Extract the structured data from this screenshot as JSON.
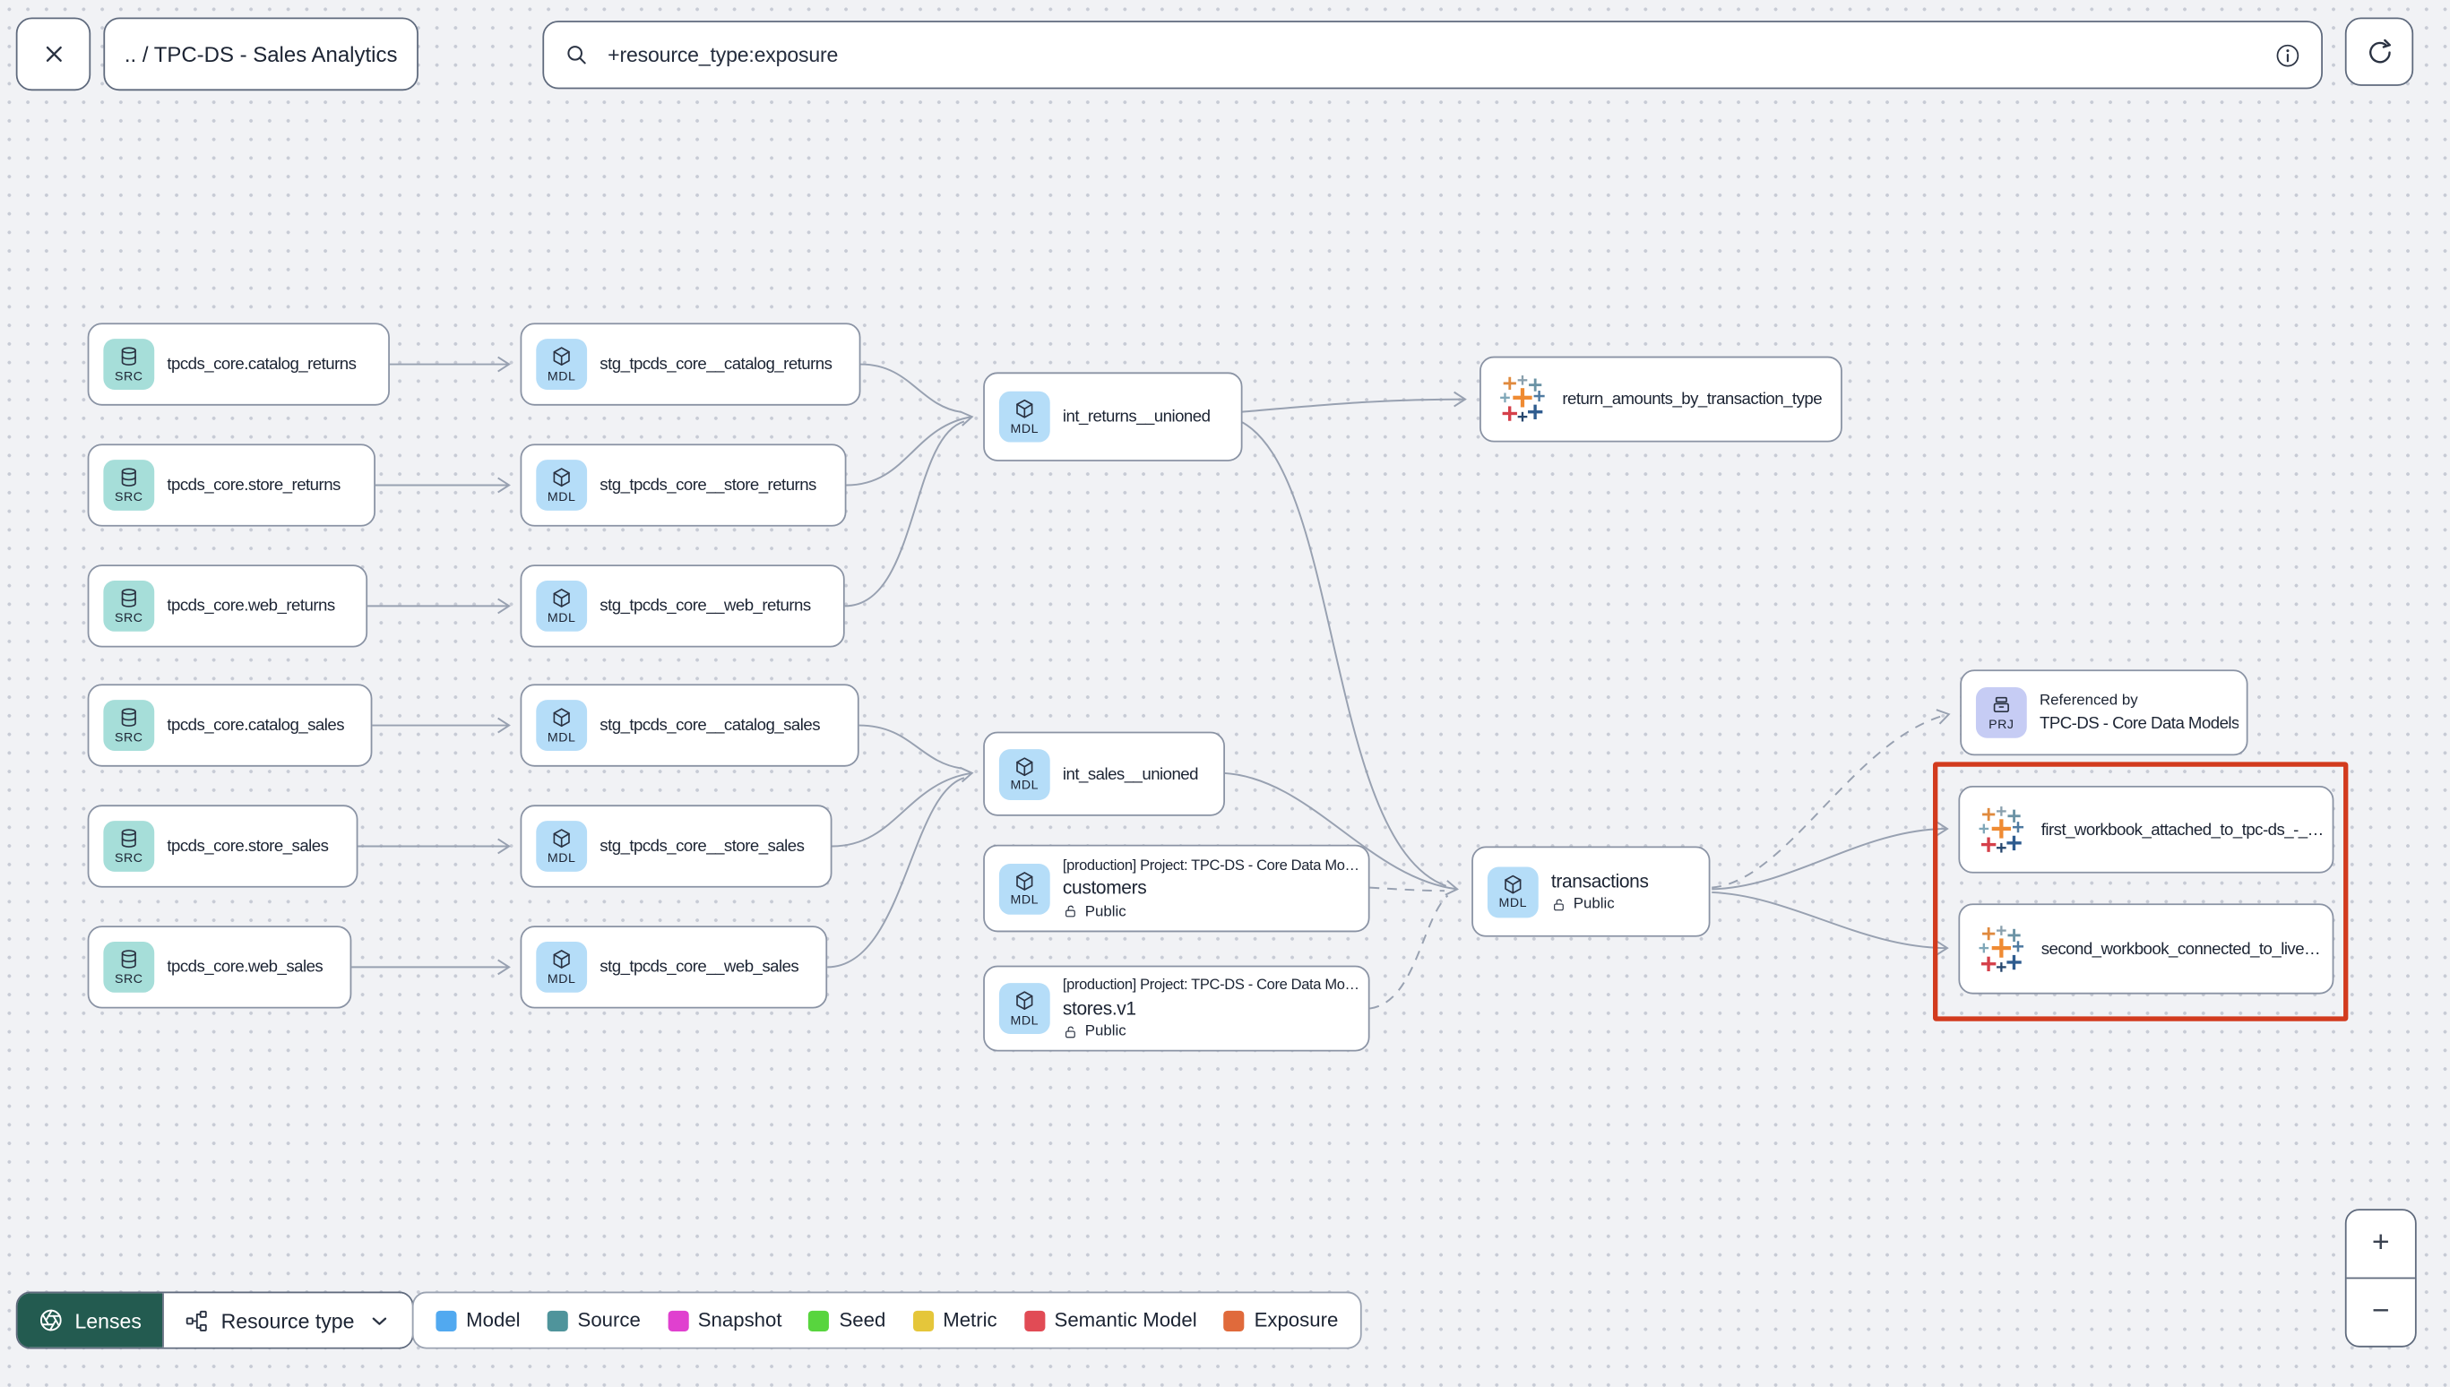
{
  "header": {
    "breadcrumb": ".. / TPC-DS - Sales Analytics",
    "search_value": "+resource_type:exposure"
  },
  "badges": {
    "source": "SRC",
    "model": "MDL",
    "project": "PRJ"
  },
  "graph": {
    "sources": [
      "tpcds_core.catalog_returns",
      "tpcds_core.store_returns",
      "tpcds_core.web_returns",
      "tpcds_core.catalog_sales",
      "tpcds_core.store_sales",
      "tpcds_core.web_sales"
    ],
    "staging": [
      "stg_tpcds_core__catalog_returns",
      "stg_tpcds_core__store_returns",
      "stg_tpcds_core__web_returns",
      "stg_tpcds_core__catalog_sales",
      "stg_tpcds_core__store_sales",
      "stg_tpcds_core__web_sales"
    ],
    "int_returns": {
      "label": "int_returns__unioned"
    },
    "int_sales": {
      "label": "int_sales__unioned"
    },
    "return_amounts": {
      "label": "return_amounts_by_transaction_type"
    },
    "customers": {
      "project": "[production] Project: TPC-DS - Core Data Mo…",
      "label": "customers",
      "access": "Public"
    },
    "stores": {
      "project": "[production] Project: TPC-DS - Core Data Mo…",
      "label": "stores.v1",
      "access": "Public"
    },
    "transactions": {
      "label": "transactions",
      "access": "Public"
    },
    "referenced_by": {
      "title": "Referenced by",
      "label": "TPC-DS - Core Data Models"
    },
    "exposure_first": {
      "label": "first_workbook_attached_to_tpc-ds_-_…"
    },
    "exposure_second": {
      "label": "second_workbook_connected_to_live…"
    }
  },
  "footer": {
    "lenses_label": "Lenses",
    "resource_type_label": "Resource type",
    "legend": [
      {
        "label": "Model",
        "color": "#51a9f0"
      },
      {
        "label": "Source",
        "color": "#4f949b"
      },
      {
        "label": "Snapshot",
        "color": "#e040cf"
      },
      {
        "label": "Seed",
        "color": "#58d53e"
      },
      {
        "label": "Metric",
        "color": "#e5c63a"
      },
      {
        "label": "Semantic Model",
        "color": "#e14b55"
      },
      {
        "label": "Exposure",
        "color": "#e06a3b"
      }
    ]
  },
  "zoom_controls": {
    "zoom_in": "+",
    "zoom_out": "−"
  },
  "colors": {
    "highlight_box": "#d23b1e",
    "lenses_bg": "#235b50"
  }
}
